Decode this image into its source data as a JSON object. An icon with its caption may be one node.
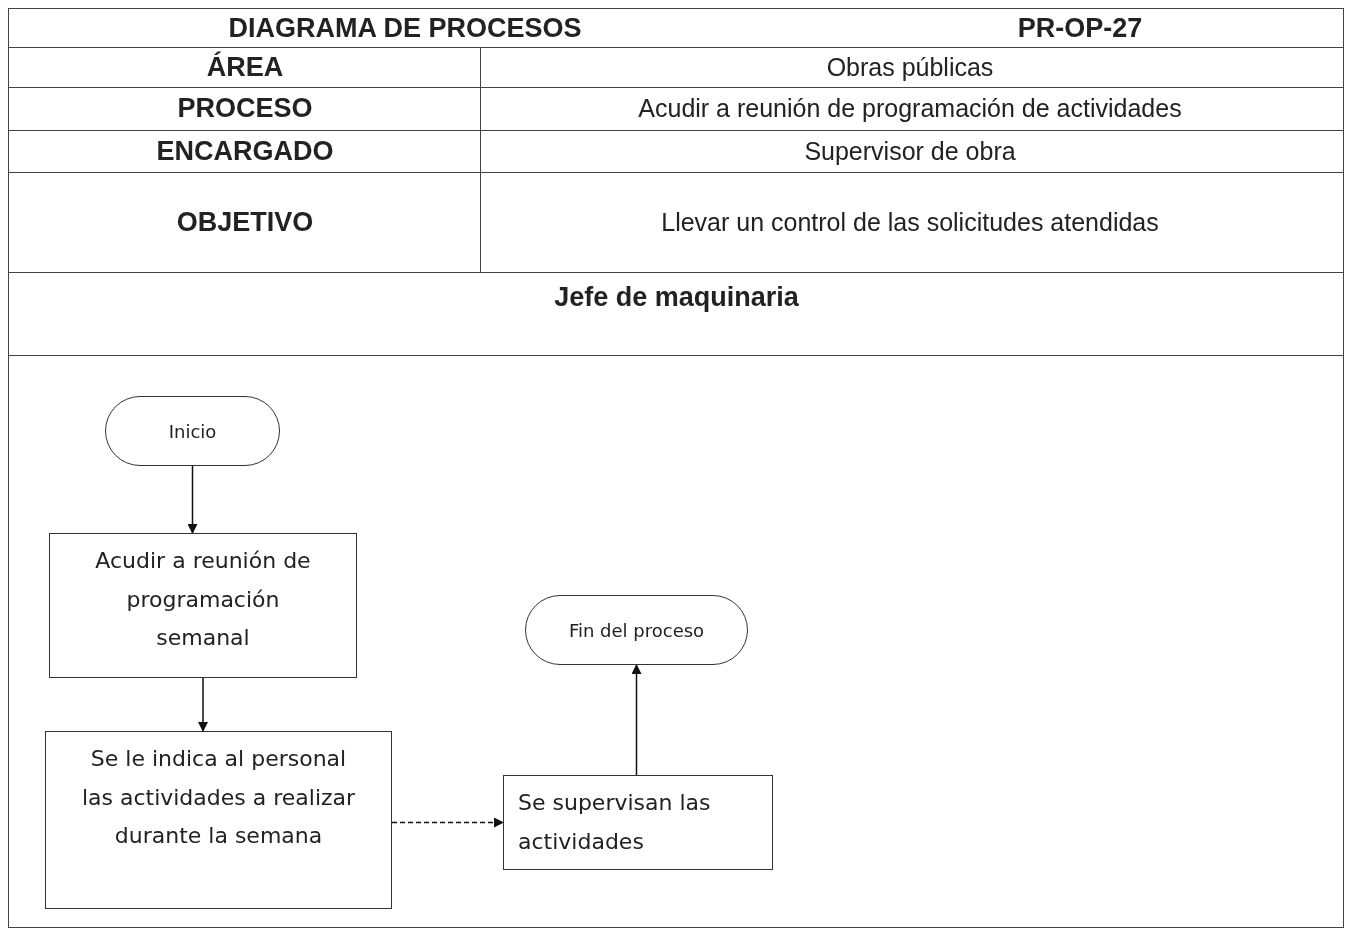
{
  "diagram": {
    "title": "DIAGRAMA DE PROCESOS",
    "nodes": [
      {
        "text": [
          "Jefe de maquinaria"
        ]
      },
      {
        "text": [
          "Inicio"
        ],
        "in": 0
      },
      {
        "text": [
          "Acudir a reunión de programación semanal"
        ],
        "in": 0
      },
      {
        "text": [
          "Se le indica al personal las actividades a realizar durante la semana"
        ],
        "in": 0
      },
      {
        "text": [
          "Se supervisan las actividades"
        ],
        "in": 0
      },
      {
        "text": [
          "Fin del proceso"
        ],
        "in": 0
      }
    ],
    "edges": [
      {
        "from": 1,
        "to": 2,
        "arrow": "to"
      },
      {
        "from": 2,
        "to": 3,
        "arrow": "to"
      },
      {
        "from": 3,
        "to": 4,
        "arrow": "to",
        "style": "dashed"
      },
      {
        "from": 4,
        "to": 5,
        "arrow": "to"
      }
    ],
    "labels": [
      "PR-OP-27",
      "ÁREA",
      "Obras públicas",
      "PROCESO",
      "Acudir a reunión de programación de actividades",
      "ENCARGADO",
      "Supervisor de obra",
      "OBJETIVO",
      "Llevar un control de las solicitudes atendidas"
    ]
  }
}
